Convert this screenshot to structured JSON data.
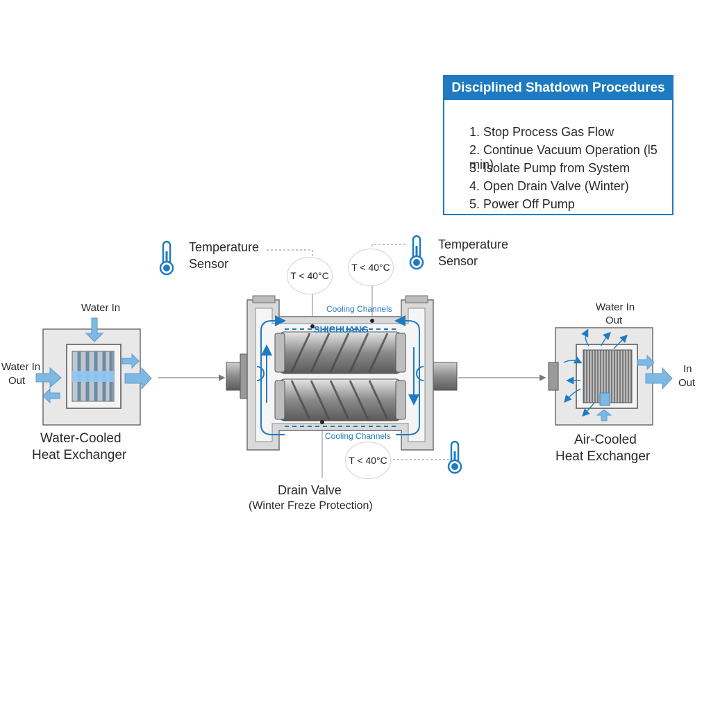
{
  "procedures": {
    "title": "Disciplined Shatdown Procedures",
    "steps": [
      "1. Stop Process Gas Flow",
      "2. Continue Vacuum Operation (l5 min)",
      "3. Isolate Pump from System",
      "4. Open Drain Valve (Winter)",
      "5. Power Off Pump"
    ]
  },
  "sensors": {
    "left": {
      "line1": "Temperature",
      "line2": "Sensor"
    },
    "right": {
      "line1": "Temperature",
      "line2": "Sensor"
    },
    "bubble_left": "T < 40°C",
    "bubble_right": "T < 40°C",
    "bubble_bottom": "T < 40°C"
  },
  "pump": {
    "brand": "SHICHUANG",
    "cooling_top": "Cooling Channels",
    "cooling_bottom": "Cooling Channels",
    "drain_title": "Drain Valve",
    "drain_sub": "(Winter Freze Protection)"
  },
  "water_hx": {
    "water_in_top": "Water In",
    "water_in_side": "Water In",
    "out_side": "Out",
    "name_line1": "Water-Cooled",
    "name_line2": "Heat Exchanger"
  },
  "air_hx": {
    "water_in_top": "Water In",
    "out_top": "Out",
    "in_side": "In",
    "out_side": "Out",
    "name_line1": "Air-Cooled",
    "name_line2": "Heat Exchanger"
  },
  "colors": {
    "accent": "#1e7bc1",
    "light_blue": "#7fb8e3",
    "housing": "#e8e8e8",
    "housing_border": "#6e6e6e"
  }
}
